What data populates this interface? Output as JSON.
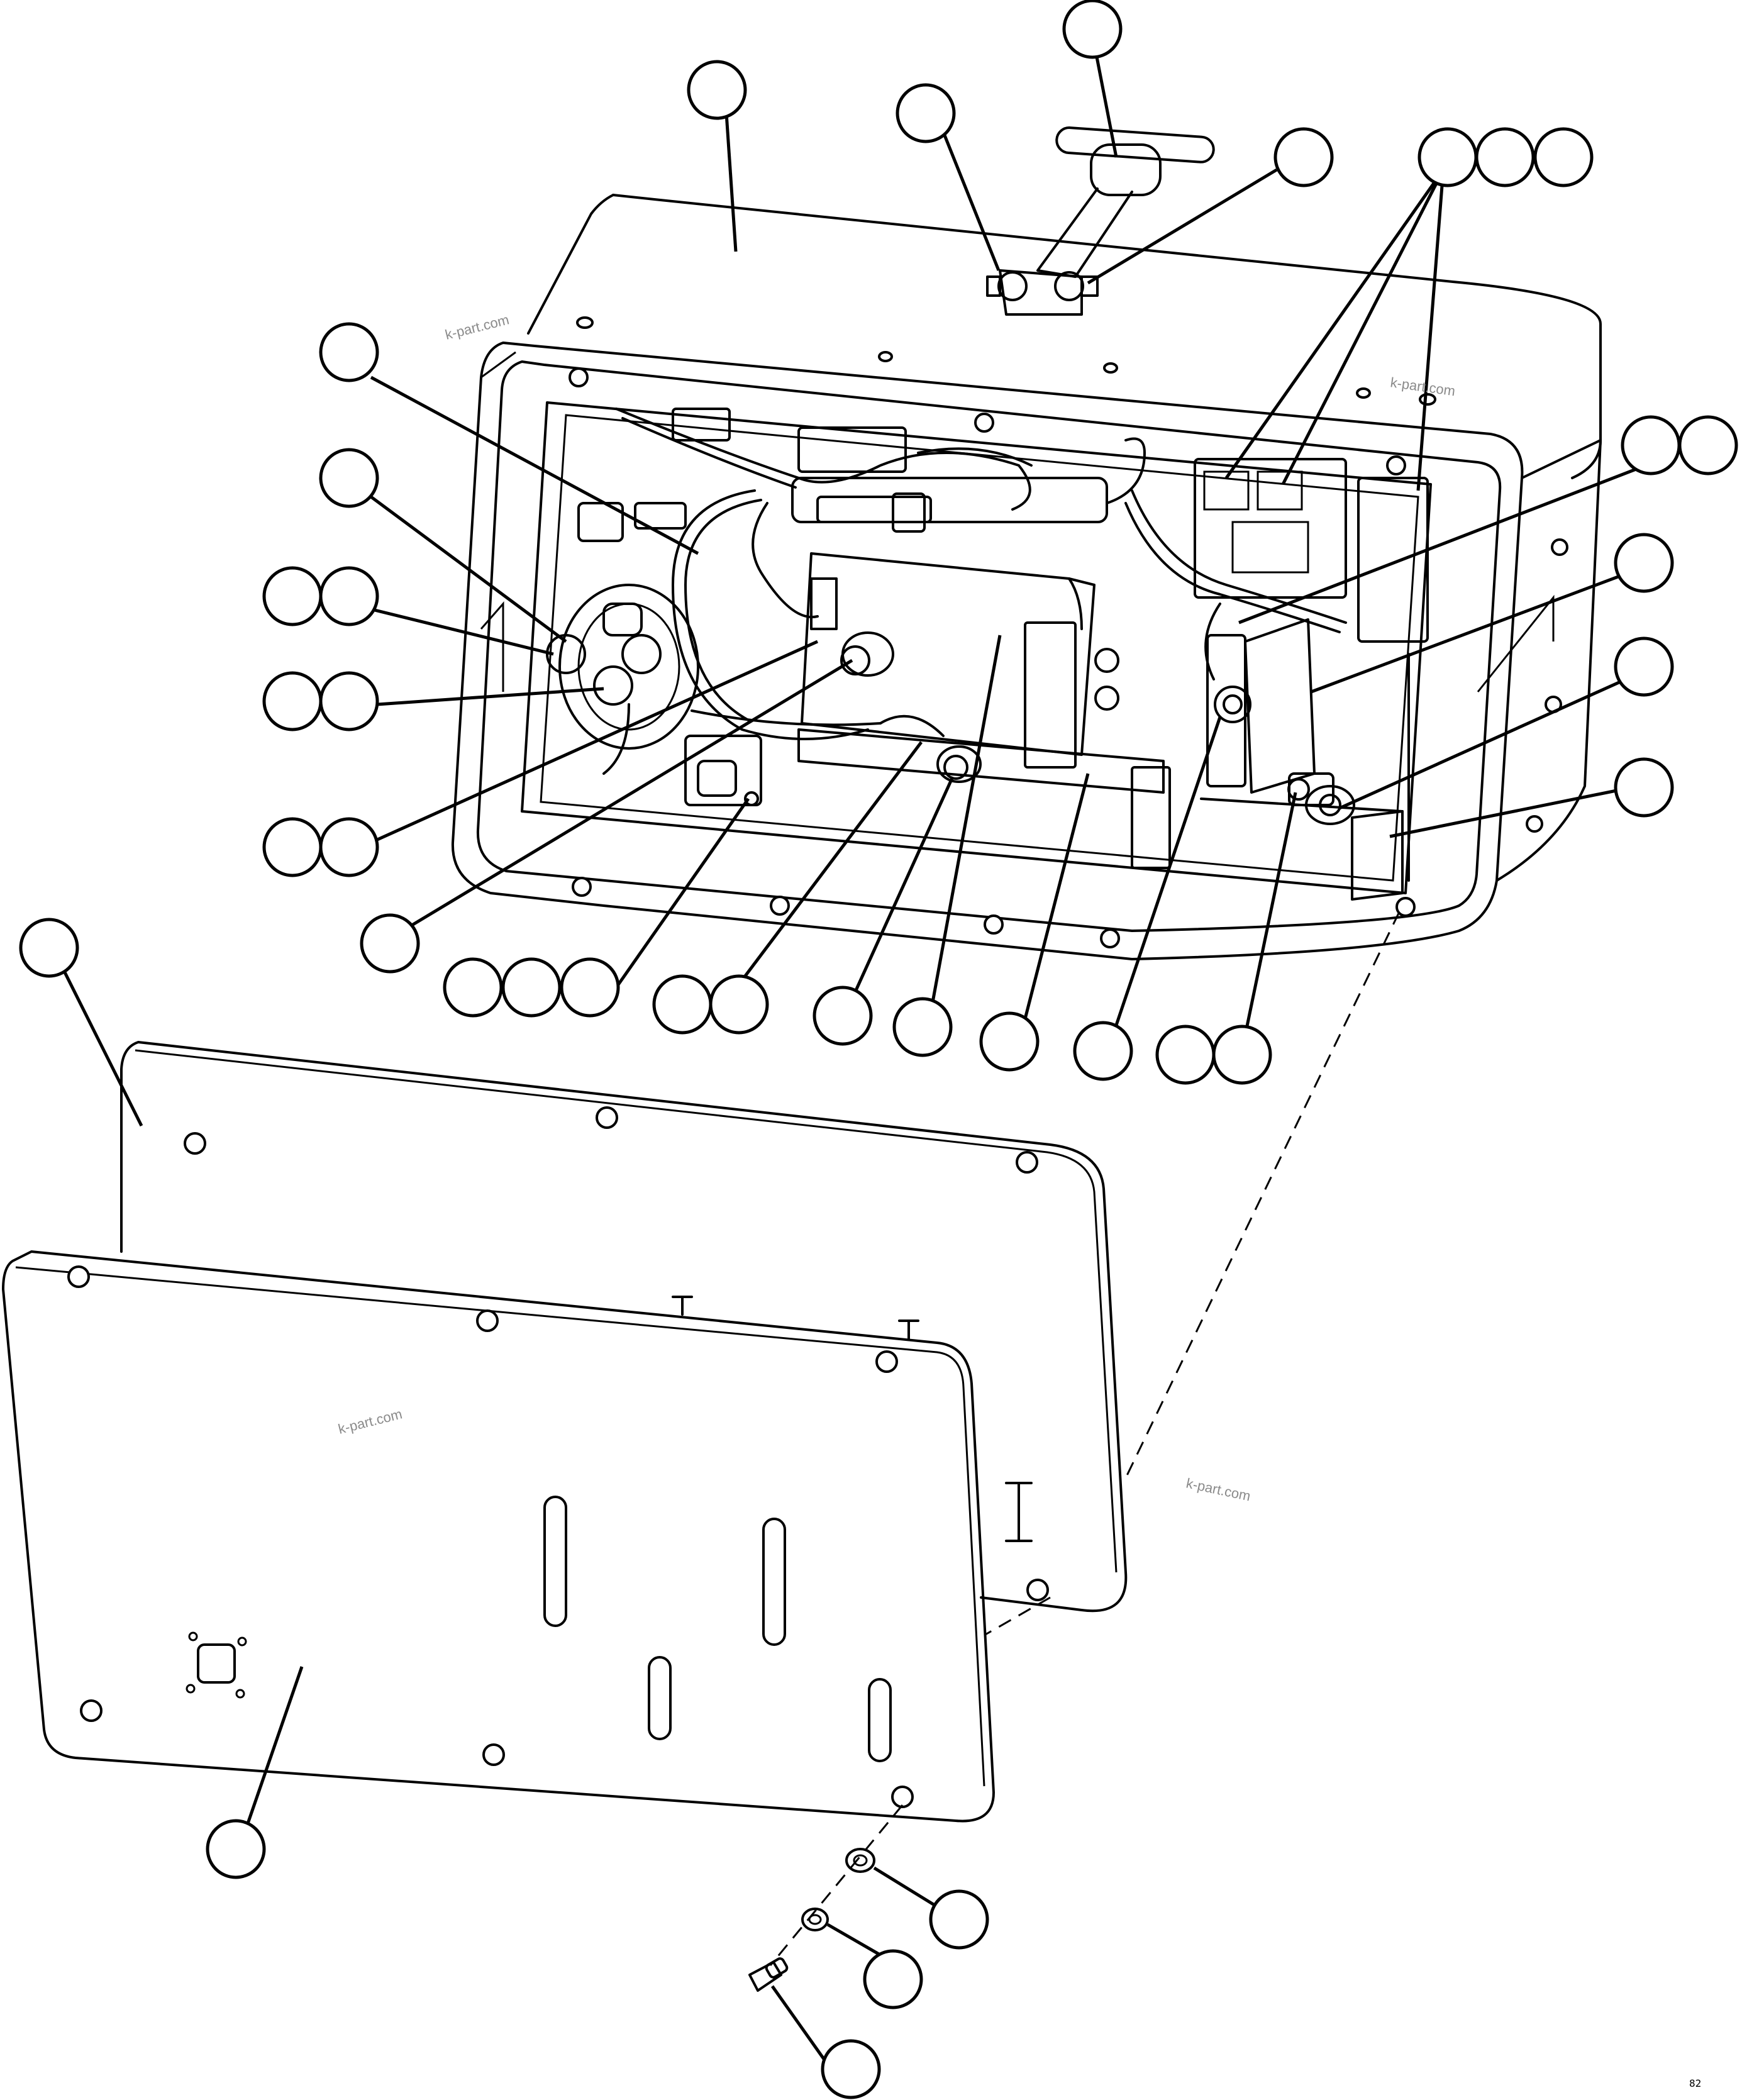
{
  "watermarks": [
    "k-part.com",
    "k-part.com",
    "k-part.com",
    "k-part.com"
  ],
  "corner_stamp": "82"
}
